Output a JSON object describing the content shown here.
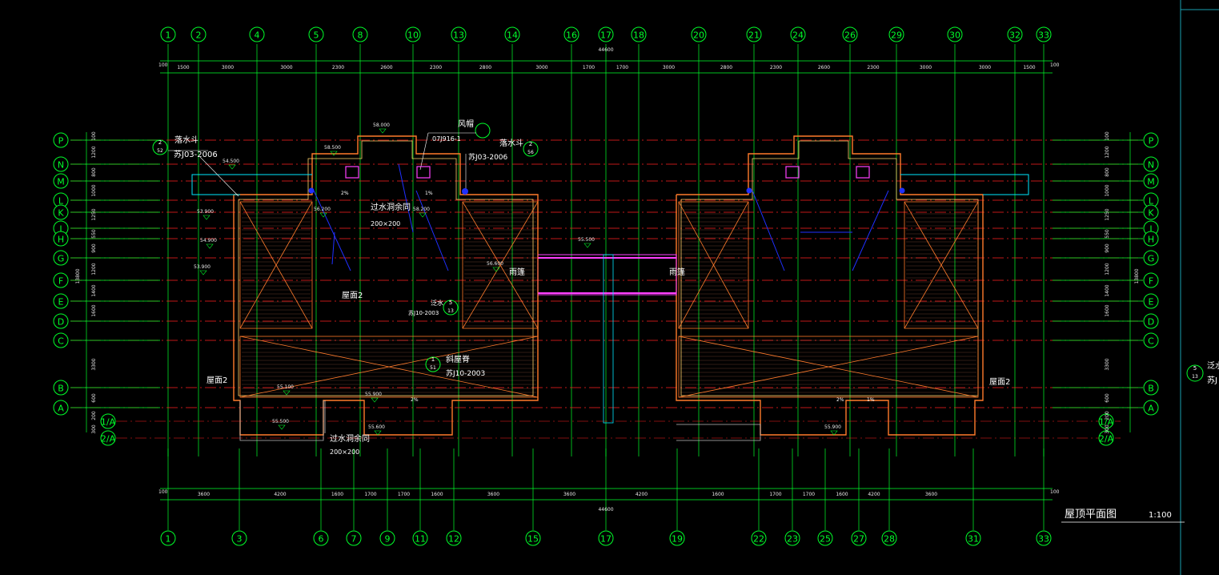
{
  "drawing": {
    "title": "屋顶平面图",
    "scale": "1:100",
    "total_dim": "44600",
    "colors": {
      "axis": "#00ff2a",
      "grid": "#ff2020",
      "wall": "#ff7a2a",
      "inner": "#ffd36a",
      "cyan": "#00e8ff",
      "blue": "#2030ff",
      "magenta": "#ff40ff",
      "text": "#ffffff",
      "frame": "#1aa0b0"
    }
  },
  "top_axes": [
    "1",
    "2",
    "4",
    "5",
    "8",
    "10",
    "13",
    "14",
    "16",
    "17",
    "18",
    "20",
    "21",
    "24",
    "26",
    "29",
    "30",
    "32",
    "33"
  ],
  "bottom_axes": [
    "1",
    "3",
    "6",
    "7",
    "9",
    "11",
    "12",
    "15",
    "17",
    "19",
    "22",
    "23",
    "25",
    "27",
    "28",
    "31",
    "33"
  ],
  "row_axes": [
    "P",
    "N",
    "M",
    "L",
    "K",
    "J",
    "H",
    "G",
    "F",
    "E",
    "D",
    "C",
    "B",
    "A"
  ],
  "extra_rows": [
    "1/A",
    "2/A"
  ],
  "top_dims": [
    "1500",
    "3000",
    "3000",
    "2300",
    "2600",
    "2300",
    "2800",
    "3000",
    "1700",
    "1700",
    "3000",
    "2800",
    "2300",
    "2600",
    "2300",
    "3000",
    "3000",
    "1500"
  ],
  "bottom_dims": [
    "3600",
    "4200",
    "1600",
    "1700",
    "1700",
    "1600",
    "3600",
    "3600",
    "4200",
    "1600",
    "1700",
    "1700",
    "1600",
    "4200",
    "3600"
  ],
  "edge_dims": {
    "left_small": "100",
    "right_small": "100",
    "left_tall": "13800",
    "right_tall": "13800"
  },
  "side_dims": [
    "100",
    "1200",
    "800",
    "1000",
    "1250",
    "550",
    "900",
    "1200",
    "1400",
    "1600",
    "3300",
    "600",
    "200",
    "300"
  ],
  "labels": {
    "gutter_left": "落水斗",
    "ref_left": "苏J03-2006",
    "gutter_right": "落水斗",
    "ref_right": "苏J03-2006",
    "flue": "风帽",
    "flue_ref": "07J916-1",
    "vent_a": "过水洞余同",
    "vent_a_size": "200×200",
    "vent_b": "过水洞余同",
    "vent_b_size": "200×200",
    "roof_left": "屋面2",
    "roof_left2": "屋面2",
    "roof_right": "屋面2",
    "slope_roof": "斜屋脊",
    "slope_ref": "苏J10-2003",
    "overflow": "泛水",
    "overflow_ref": "苏J10-2003",
    "rain_l": "雨篷",
    "rain_r": "雨篷",
    "right_edge_tag": "泛水",
    "right_edge_ref": "苏J"
  },
  "elevations": [
    "58.000",
    "58.500",
    "54.500",
    "53.900",
    "55.100",
    "55.900",
    "55.600",
    "55.500",
    "56.200",
    "58.200",
    "54.900",
    "53.900",
    "55.500",
    "56.600",
    "55.900"
  ],
  "slopes": [
    "2%",
    "1%",
    "2%",
    "1%",
    "2%"
  ],
  "callouts": {
    "a": "2",
    "a_sub": "52",
    "b": "2",
    "b_sub": "56",
    "c": "5",
    "c_sub": "13",
    "d": "1",
    "d_sub": "51",
    "e": "5",
    "e_sub": "13"
  }
}
